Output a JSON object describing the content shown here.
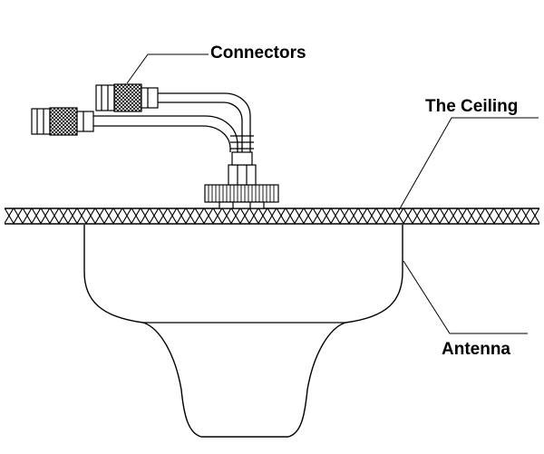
{
  "labels": {
    "connectors": "Connectors",
    "ceiling": "The Ceiling",
    "antenna": "Antenna"
  },
  "colors": {
    "line": "#000000",
    "background": "#ffffff"
  }
}
